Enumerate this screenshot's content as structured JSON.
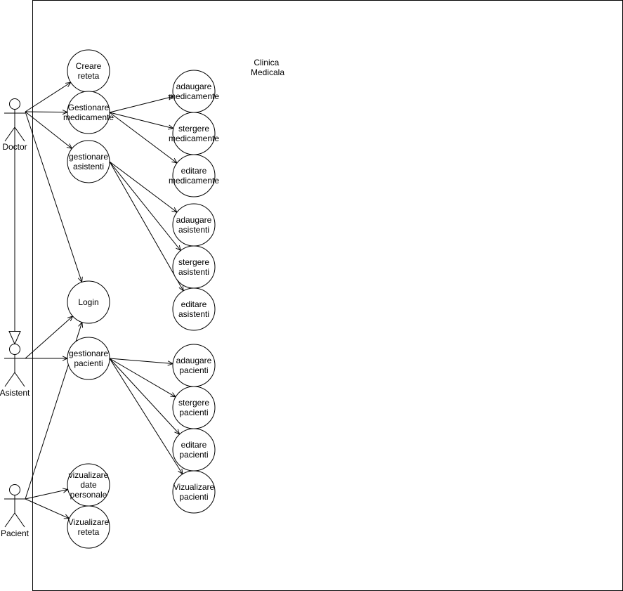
{
  "diagram": {
    "system_label": [
      "Clinica",
      "Medicala"
    ],
    "actors": [
      {
        "id": "doctor",
        "name": "Doctor"
      },
      {
        "id": "asistent",
        "name": "Asistent"
      },
      {
        "id": "pacient",
        "name": "Pacient"
      }
    ],
    "use_cases": [
      {
        "id": "creare-reteta",
        "lines": [
          "Creare",
          "reteta"
        ]
      },
      {
        "id": "gestionare-medicamente",
        "lines": [
          "Gestionare",
          "medicamente"
        ]
      },
      {
        "id": "gestionare-asistenti",
        "lines": [
          "gestionare",
          "asistenti"
        ]
      },
      {
        "id": "login",
        "lines": [
          "Login"
        ]
      },
      {
        "id": "gestionare-pacienti",
        "lines": [
          "gestionare",
          "pacienti"
        ]
      },
      {
        "id": "vizualizare-date-personale",
        "lines": [
          "vizualizare",
          "date",
          "personale"
        ]
      },
      {
        "id": "vizualizare-reteta",
        "lines": [
          "Vizualizare",
          "reteta"
        ]
      },
      {
        "id": "adaugare-medicamente",
        "lines": [
          "adaugare",
          "medicamente"
        ]
      },
      {
        "id": "stergere-medicamente",
        "lines": [
          "stergere",
          "medicamente"
        ]
      },
      {
        "id": "editare-medicamente",
        "lines": [
          "editare",
          "medicamente"
        ]
      },
      {
        "id": "adaugare-asistenti",
        "lines": [
          "adaugare",
          "asistenti"
        ]
      },
      {
        "id": "stergere-asistenti",
        "lines": [
          "stergere",
          "asistenti"
        ]
      },
      {
        "id": "editare-asistenti",
        "lines": [
          "editare",
          "asistenti"
        ]
      },
      {
        "id": "adaugare-pacienti",
        "lines": [
          "adaugare",
          "pacienti"
        ]
      },
      {
        "id": "stergere-pacienti",
        "lines": [
          "stergere",
          "pacienti"
        ]
      },
      {
        "id": "editare-pacienti",
        "lines": [
          "editare",
          "pacienti"
        ]
      },
      {
        "id": "vizualizare-pacienti",
        "lines": [
          "Vizualizare",
          "pacienti"
        ]
      }
    ],
    "associations": [
      [
        "doctor",
        "creare-reteta"
      ],
      [
        "doctor",
        "gestionare-medicamente"
      ],
      [
        "doctor",
        "gestionare-asistenti"
      ],
      [
        "doctor",
        "login"
      ],
      [
        "asistent",
        "login"
      ],
      [
        "asistent",
        "gestionare-pacienti"
      ],
      [
        "pacient",
        "login"
      ],
      [
        "pacient",
        "vizualizare-date-personale"
      ],
      [
        "pacient",
        "vizualizare-reteta"
      ],
      [
        "gestionare-medicamente",
        "adaugare-medicamente"
      ],
      [
        "gestionare-medicamente",
        "stergere-medicamente"
      ],
      [
        "gestionare-medicamente",
        "editare-medicamente"
      ],
      [
        "gestionare-asistenti",
        "adaugare-asistenti"
      ],
      [
        "gestionare-asistenti",
        "stergere-asistenti"
      ],
      [
        "gestionare-asistenti",
        "editare-asistenti"
      ],
      [
        "gestionare-pacienti",
        "adaugare-pacienti"
      ],
      [
        "gestionare-pacienti",
        "stergere-pacienti"
      ],
      [
        "gestionare-pacienti",
        "editare-pacienti"
      ],
      [
        "gestionare-pacienti",
        "vizualizare-pacienti"
      ]
    ],
    "generalizations": [
      [
        "asistent",
        "doctor"
      ]
    ]
  }
}
